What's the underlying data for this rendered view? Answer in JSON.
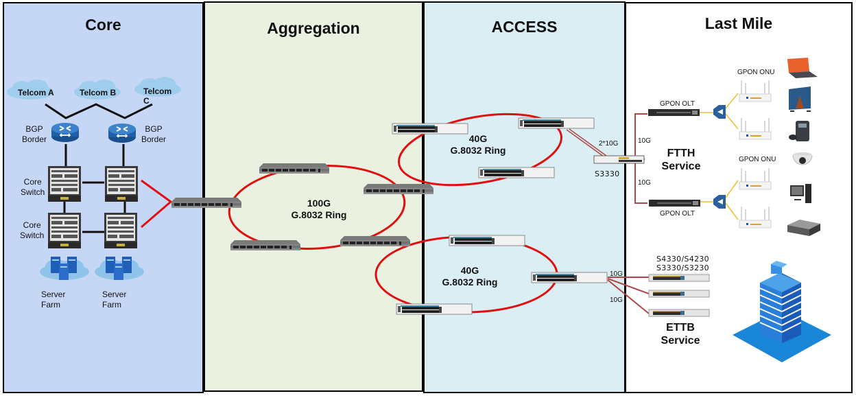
{
  "zones": {
    "core": {
      "title": "Core",
      "color": "#c6d7f6"
    },
    "aggregation": {
      "title": "Aggregation",
      "color": "#ebf1e0"
    },
    "access": {
      "title": "ACCESS",
      "color": "#dbeef4"
    },
    "last_mile": {
      "title": "Last Mile",
      "color": "#ffffff"
    }
  },
  "core": {
    "clouds": [
      "Telcom A",
      "Telcom B",
      "Telcom C"
    ],
    "bgp_left": "BGP\nBorder",
    "bgp_right": "BGP\nBorder",
    "core_switch_1": "Core\nSwitch",
    "core_switch_2": "Core\nSwitch",
    "server_farm_1": "Server\nFarm",
    "server_farm_2": "Server\nFarm"
  },
  "aggregation": {
    "ring_label_line1": "100G",
    "ring_label_line2": "G.8032 Ring"
  },
  "access": {
    "ring_top_line1": "40G",
    "ring_top_line2": "G.8032 Ring",
    "ring_bottom_line1": "40G",
    "ring_bottom_line2": "G.8032 Ring",
    "uplink_label": "2*10G",
    "s3330_label": "S3330",
    "link_10g_a": "10G",
    "link_10g_b": "10G"
  },
  "last_mile": {
    "olt_top": "GPON OLT",
    "olt_bottom": "GPON OLT",
    "onu_top": "GPON ONU",
    "onu_bottom": "GPON ONU",
    "link_10g_top": "10G",
    "link_10g_bottom": "10G",
    "ftth_line1": "FTTH",
    "ftth_line2": "Service",
    "ettb_models_line1": "S4330/S4230",
    "ettb_models_line2": "S3330/S3230",
    "ettb_line1": "ETTB",
    "ettb_line2": "Service",
    "end_devices": [
      "laptop",
      "tv",
      "ip-phone",
      "ip-camera",
      "desktop-pc",
      "set-top-box"
    ]
  },
  "colors": {
    "ring": "#e01010",
    "link_dark_red": "#b04848",
    "fiber": "#e8c030",
    "router_blue": "#1f5fa8",
    "building_blue": "#1a6ec8"
  }
}
